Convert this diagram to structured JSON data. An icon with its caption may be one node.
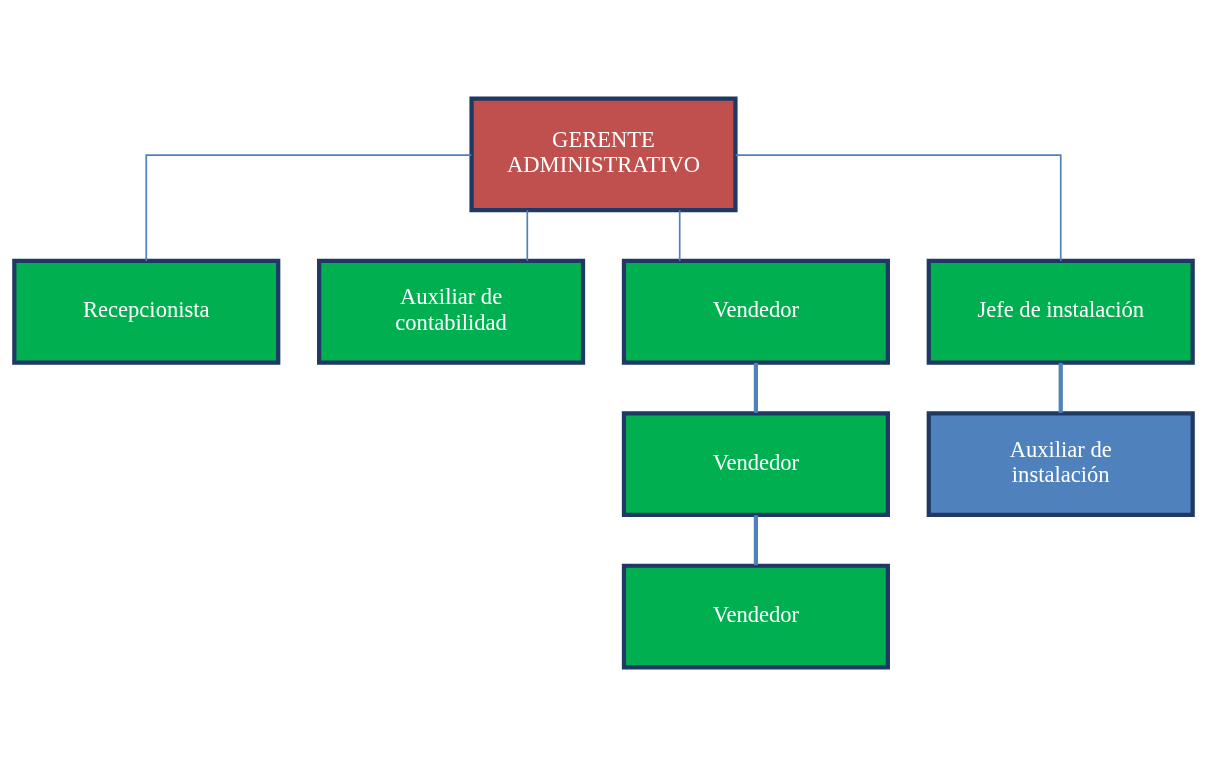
{
  "diagram": {
    "nodes": [
      {
        "text": [
          "GERENTE ADMINISTRATIVO"
        ]
      },
      {
        "text": [
          "Recepcionista"
        ]
      },
      {
        "text": [
          "Auxiliar de contabilidad"
        ]
      },
      {
        "text": [
          "Vendedor"
        ]
      },
      {
        "text": [
          "Jefe de instalación"
        ]
      },
      {
        "text": [
          "Vendedor"
        ]
      },
      {
        "text": [
          "Vendedor"
        ]
      },
      {
        "text": [
          "Auxiliar de instalación"
        ]
      }
    ],
    "edges": [
      {
        "from": 0,
        "to": 1,
        "arrow": "none"
      },
      {
        "from": 0,
        "to": 2,
        "arrow": "none"
      },
      {
        "from": 0,
        "to": 3,
        "arrow": "none"
      },
      {
        "from": 0,
        "to": 4,
        "arrow": "none"
      },
      {
        "from": 3,
        "to": 5,
        "arrow": "none",
        "style": "thick"
      },
      {
        "from": 5,
        "to": 6,
        "arrow": "none",
        "style": "thick"
      },
      {
        "from": 4,
        "to": 7,
        "arrow": "none",
        "style": "thick"
      }
    ]
  }
}
